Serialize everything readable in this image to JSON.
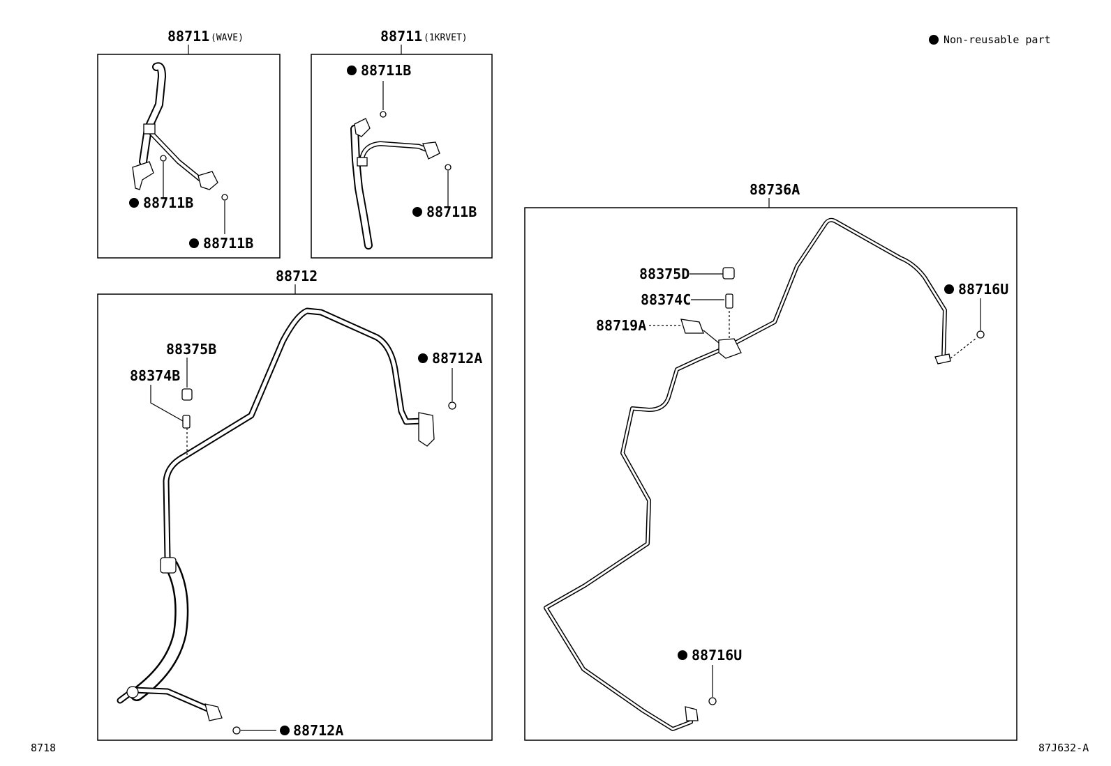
{
  "legend": {
    "text": "Non-reusable part"
  },
  "footer": {
    "left_code": "8718",
    "right_code": "87J632-A"
  },
  "groups": {
    "hose_wave": {
      "part_no": "88711",
      "variant": "(WAVE)",
      "callouts": [
        "88711B",
        "88711B"
      ]
    },
    "hose_1krvet": {
      "part_no": "88711",
      "variant": "(1KRVET)",
      "callouts": [
        "88711B",
        "88711B"
      ]
    },
    "discharge_hose": {
      "part_no": "88712",
      "callouts": [
        "88375B",
        "88374B",
        "88712A",
        "88712A"
      ]
    },
    "liquid_tube": {
      "part_no": "88736A",
      "callouts": [
        "88375D",
        "88374C",
        "88719A",
        "88716U",
        "88716U"
      ]
    }
  }
}
